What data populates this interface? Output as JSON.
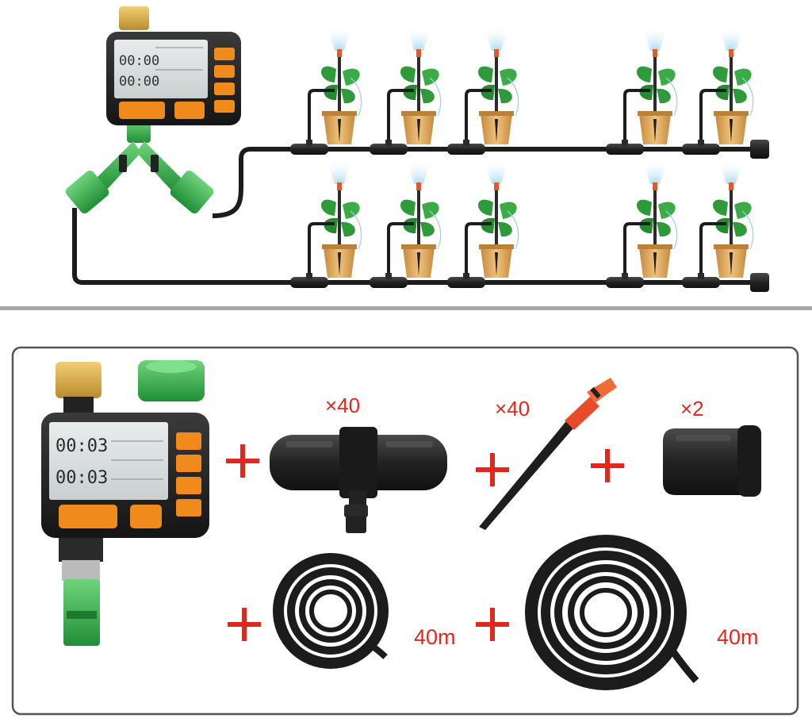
{
  "colors": {
    "plus_red": "#e0281e",
    "label_red": "#e0281e",
    "hose_black": "#1c1c1c",
    "connector_green": "#37b34a",
    "timer_orange": "#f08a1c",
    "pot_tan": "#d9a25a",
    "mist_blue": "#bfe3f5",
    "divider_gray": "#a8a8a8"
  },
  "components": {
    "tee_qty": "×40",
    "stake_qty": "×40",
    "end_plug_qty": "×2",
    "hose_small_length": "40m",
    "hose_large_length": "40m",
    "timer_display_1": "00:03",
    "timer_display_2": "00:03"
  },
  "diagram": {
    "timer_display_1": "00:00",
    "timer_display_2": "00:00"
  },
  "icons": [
    "water-timer",
    "tee-connector",
    "drip-stake",
    "end-plug",
    "hose-coil",
    "plant-pot",
    "mist-sprayer",
    "y-splitter",
    "plus-sign"
  ]
}
